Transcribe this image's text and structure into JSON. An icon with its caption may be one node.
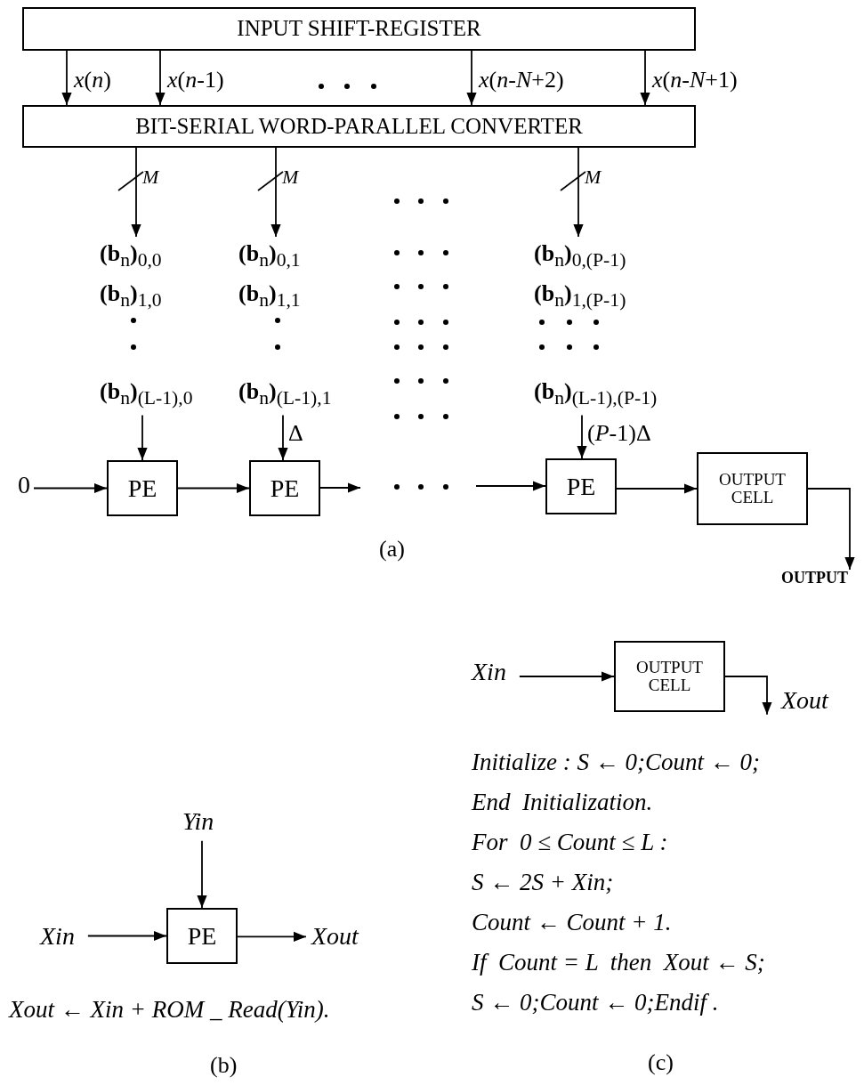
{
  "diagram": {
    "nodes": [
      {
        "text": [
          "INPUT SHIFT-REGISTER"
        ]
      },
      {
        "text": [
          "BIT-SERIAL WORD-PARALLEL CONVERTER"
        ]
      },
      {
        "text": [
          "**(b**$_{n}$**)**$_{0,0}$",
          "**(b**$_{n}$**)**$_{1,0}$",
          "**(b**$_{n}$**)**$_{(L-1),0}$"
        ]
      },
      {
        "text": [
          "**(b**$_{n}$**)**$_{0,1}$",
          "**(b**$_{n}$**)**$_{1,1}$",
          "**(b**$_{n}$**)**$_{(L-1),1}$"
        ]
      },
      {
        "text": [
          "**(b**$_{n}$**)**$_{0,(P-1)}$",
          "**(b**$_{n}$**)**$_{1,(P-1)}$",
          "**(b**$_{n}$**)**$_{(L-1),(P-1)}$"
        ]
      },
      {
        "text": [
          "0"
        ]
      },
      {
        "text": [
          "PE"
        ]
      },
      {
        "text": [
          "PE"
        ]
      },
      {
        "text": [
          "PE"
        ]
      },
      {
        "text": [
          "OUTPUT CELL"
        ]
      },
      {
        "text": [
          "OUTPUT"
        ]
      },
      {
        "text": [
          "Yin"
        ]
      },
      {
        "text": [
          "Xin"
        ]
      },
      {
        "text": [
          "PE"
        ]
      },
      {
        "text": [
          "Xout"
        ]
      },
      {
        "text": [
          "Xin"
        ]
      },
      {
        "text": [
          "OUTPUT CELL"
        ]
      },
      {
        "text": [
          "Xout"
        ]
      }
    ],
    "edges": [
      {
        "from": 0,
        "to": 1,
        "arrow": "to",
        "label": "*x*(*n*)"
      },
      {
        "from": 0,
        "to": 1,
        "arrow": "to",
        "label": "*x*(*n*-1)"
      },
      {
        "from": 0,
        "to": 1,
        "arrow": "to",
        "label": "*x*(*n*-*N*+2)"
      },
      {
        "from": 0,
        "to": 1,
        "arrow": "to",
        "label": "*x*(*n*-*N*+1)"
      },
      {
        "from": 1,
        "to": 2,
        "arrow": "to",
        "label": "M"
      },
      {
        "from": 1,
        "to": 3,
        "arrow": "to",
        "label": "M"
      },
      {
        "from": 1,
        "to": 4,
        "arrow": "to",
        "label": "M"
      },
      {
        "from": 2,
        "to": 6,
        "arrow": "to"
      },
      {
        "from": 3,
        "to": 7,
        "arrow": "to",
        "label": "Δ"
      },
      {
        "from": 4,
        "to": 8,
        "arrow": "to",
        "label": "(*P*-1)Δ"
      },
      {
        "from": 5,
        "to": 6,
        "arrow": "to"
      },
      {
        "from": 6,
        "to": 7,
        "arrow": "to"
      },
      {
        "from": 7,
        "to": null,
        "arrow": "to"
      },
      {
        "from": null,
        "to": 8,
        "arrow": "to"
      },
      {
        "from": 8,
        "to": 9,
        "arrow": "to"
      },
      {
        "from": 9,
        "to": 10,
        "arrow": "to"
      },
      {
        "from": 11,
        "to": 13,
        "arrow": "to"
      },
      {
        "from": 12,
        "to": 13,
        "arrow": "to"
      },
      {
        "from": 13,
        "to": 14,
        "arrow": "to"
      },
      {
        "from": 15,
        "to": 16,
        "arrow": "to"
      },
      {
        "from": 16,
        "to": 17,
        "arrow": "to"
      }
    ],
    "labels": [
      "(a)",
      "Xout ← Xin + ROM _ Read(Yin).",
      "Initialize : S ← 0;Count ← 0;",
      "End  Initialization.",
      "For  0 ≤ Count ≤ L :",
      "S ← 2S + Xin;",
      "Count ← Count + 1.",
      "If  Count = L  then  Xout ← S;",
      "S ← 0;Count ← 0;Endif .",
      "(b)",
      "(c)"
    ]
  }
}
